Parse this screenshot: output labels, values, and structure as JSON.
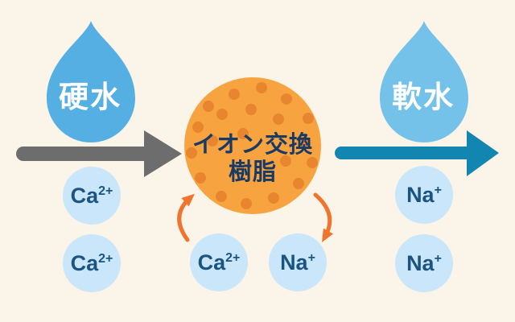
{
  "colors": {
    "background": "#FBF4E9",
    "hard_water_drop": "#56AFE3",
    "soft_water_drop": "#74C1E9",
    "hard_flow_arrow": "#6D6D6D",
    "soft_flow_arrow": "#1385B1",
    "resin_fill": "#F7A440",
    "resin_dots": "#E8862F",
    "resin_text": "#1A3A66",
    "ion_circle_fill": "#C9E6FA",
    "ion_text": "#1B5480",
    "exchange_arrows": "#F1742C",
    "drop_label_text": "#FFFFFF"
  },
  "labels": {
    "hard_water": "硬水",
    "soft_water": "軟水",
    "resin_line1": "イオン交換",
    "resin_line2": "樹脂"
  },
  "ions": {
    "hard_side": [
      {
        "base": "Ca",
        "sup": "2+"
      },
      {
        "base": "Ca",
        "sup": "2+"
      }
    ],
    "exchange": [
      {
        "base": "Ca",
        "sup": "2+"
      },
      {
        "base": "Na",
        "sup": "+"
      }
    ],
    "soft_side": [
      {
        "base": "Na",
        "sup": "+"
      },
      {
        "base": "Na",
        "sup": "+"
      }
    ]
  }
}
